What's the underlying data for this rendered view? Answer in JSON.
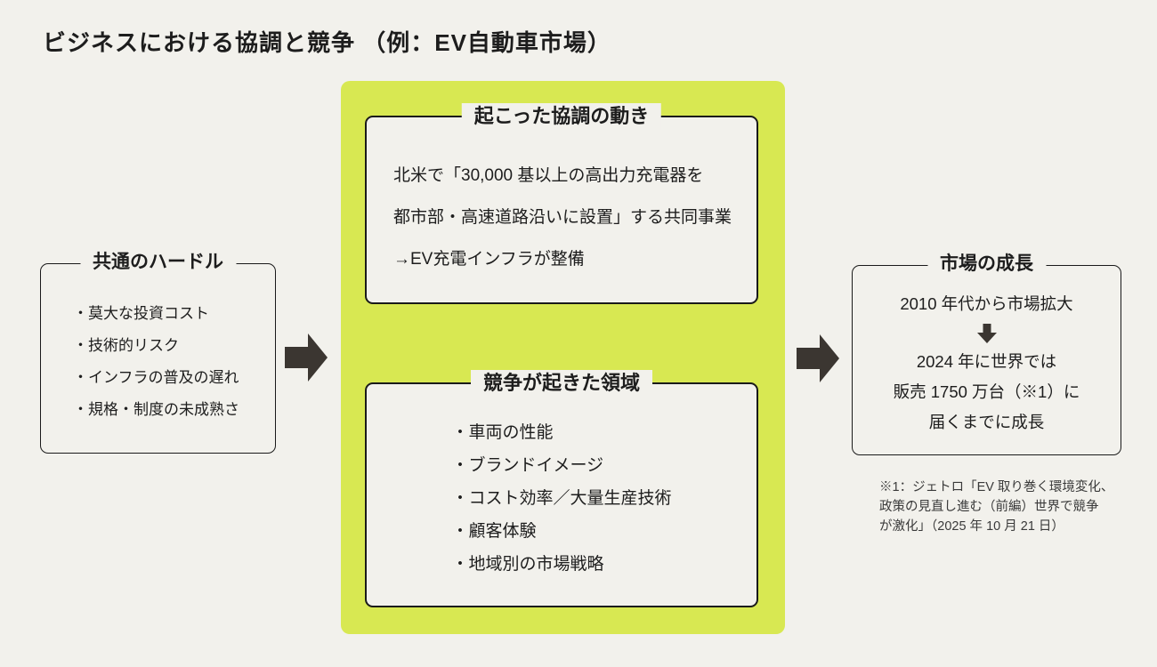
{
  "title": "ビジネスにおける協調と競争 （例：EV自動車市場）",
  "hurdles_box": {
    "heading": "共通のハードル",
    "items": [
      "・莫大な投資コスト",
      "・技術的リスク",
      "・インフラの普及の遅れ",
      "・規格・制度の未成熟さ"
    ]
  },
  "cooperation_box": {
    "heading": "起こった協調の動き",
    "lines": [
      "北米で「30,000 基以上の高出力充電器を",
      "都市部・高速道路沿いに設置」する共同事業",
      "→EV充電インフラが整備"
    ]
  },
  "competition_box": {
    "heading": "競争が起きた領域",
    "items": [
      "・車両の性能",
      "・ブランドイメージ",
      "・コスト効率／大量生産技術",
      "・顧客体験",
      "・地域別の市場戦略"
    ]
  },
  "growth_box": {
    "heading": "市場の成長",
    "line1": "2010 年代から市場拡大",
    "line2": "2024 年に世界では",
    "line3": "販売 1750 万台（※1）に",
    "line4": "届くまでに成長"
  },
  "footnote": {
    "lines": [
      "※1：ジェトロ「EV 取り巻く環境変化、",
      "政策の見直し進む（前編）世界で競争",
      "が激化」（2025 年 10 月 21 日）"
    ]
  },
  "colors": {
    "background": "#f2f1ec",
    "lime_panel": "#d8e852",
    "box_border": "#1a1a1a",
    "arrow": "#3b3631",
    "text": "#1d1d1d",
    "footnote_text": "#3a3a3a"
  }
}
